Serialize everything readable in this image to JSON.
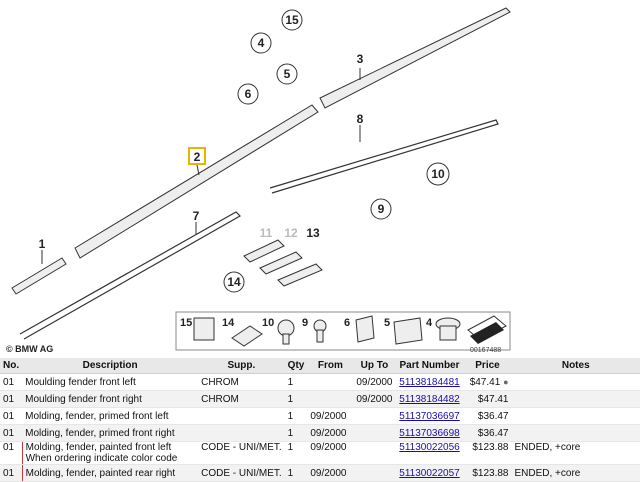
{
  "diagram": {
    "callouts": [
      "15",
      "4",
      "5",
      "6",
      "3",
      "2",
      "8",
      "10",
      "9",
      "7",
      "1",
      "11",
      "12",
      "13",
      "14"
    ],
    "copyright": "© BMW AG",
    "image_id": "00167488",
    "strip_items": [
      "15",
      "14",
      "10",
      "9",
      "6",
      "5",
      "4"
    ]
  },
  "table": {
    "headers": [
      "No.",
      "Description",
      "Supp.",
      "Qty",
      "From",
      "Up To",
      "Part Number",
      "Price",
      "Notes"
    ],
    "rows": [
      {
        "no": "01",
        "desc": "Moulding fender front left",
        "supp": "CHROM",
        "qty": "1",
        "from": "",
        "upto": "09/2000",
        "part": "51138184481",
        "price": "$47.41",
        "notes": ""
      },
      {
        "no": "01",
        "desc": "Moulding fender front right",
        "supp": "CHROM",
        "qty": "1",
        "from": "",
        "upto": "09/2000",
        "part": "51138184482",
        "price": "$47.41",
        "notes": ""
      },
      {
        "no": "01",
        "desc": "Molding, fender, primed front left",
        "supp": "",
        "qty": "1",
        "from": "09/2000",
        "upto": "",
        "part": "51137036697",
        "price": "$36.47",
        "notes": ""
      },
      {
        "no": "01",
        "desc": "Molding, fender, primed front right",
        "supp": "",
        "qty": "1",
        "from": "09/2000",
        "upto": "",
        "part": "51137036698",
        "price": "$36.47",
        "notes": ""
      },
      {
        "no": "01",
        "desc": "Molding, fender, painted front left",
        "desc2": "When ordering indicate color code",
        "supp": "CODE - UNI/MET.",
        "qty": "1",
        "from": "09/2000",
        "upto": "",
        "part": "51130022056",
        "price": "$123.88",
        "notes": "ENDED, +core"
      },
      {
        "no": "01",
        "desc": "Molding, fender, painted rear right",
        "supp": "CODE - UNI/MET.",
        "qty": "1",
        "from": "09/2000",
        "upto": "",
        "part": "51130022057",
        "price": "$123.88",
        "notes": "ENDED, +core"
      }
    ]
  },
  "colors": {
    "highlight": "#e8b400",
    "link": "#1a0dab",
    "header_bg": "#e8e8e8",
    "box_border": "#c83a3a"
  }
}
